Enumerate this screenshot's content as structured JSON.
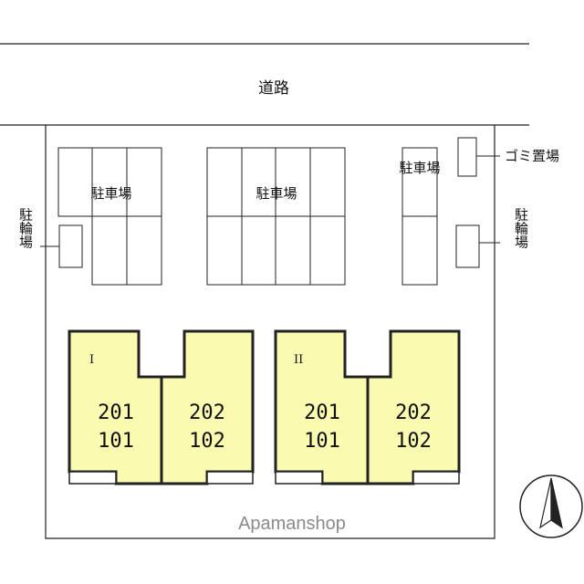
{
  "road": {
    "label": "道路"
  },
  "parking": {
    "label": "駐車場"
  },
  "bicycle_parking": {
    "label": "駐輪場"
  },
  "garbage": {
    "label": "ゴミ置場"
  },
  "buildings": [
    {
      "name": "I",
      "units": [
        {
          "top": "201",
          "bottom": "101"
        },
        {
          "top": "202",
          "bottom": "102"
        }
      ]
    },
    {
      "name": "II",
      "units": [
        {
          "top": "201",
          "bottom": "101"
        },
        {
          "top": "202",
          "bottom": "102"
        }
      ]
    }
  ],
  "watermark": "Apamanshop",
  "colors": {
    "building_fill": "#fafab0",
    "line": "#222222"
  },
  "compass": {
    "icon": "north-arrow-icon"
  }
}
